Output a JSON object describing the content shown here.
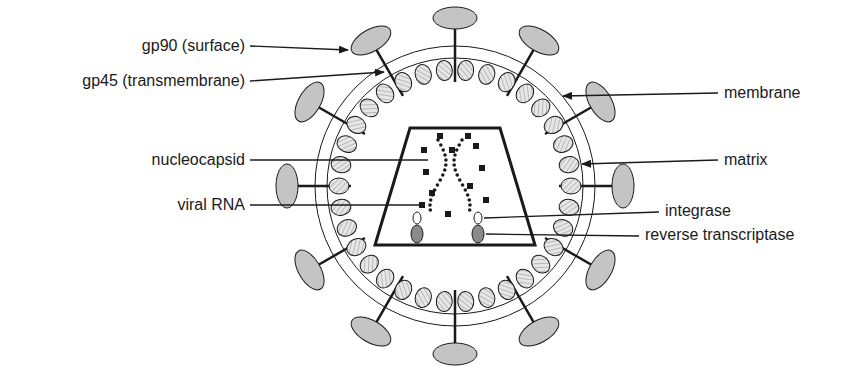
{
  "diagram": {
    "labels": [
      "gp90 (surface)",
      "gp45 (transmembrane)",
      "nucleocapsid",
      "viral RNA",
      "membrane",
      "matrix",
      "integrase",
      "reverse transcriptase"
    ]
  }
}
